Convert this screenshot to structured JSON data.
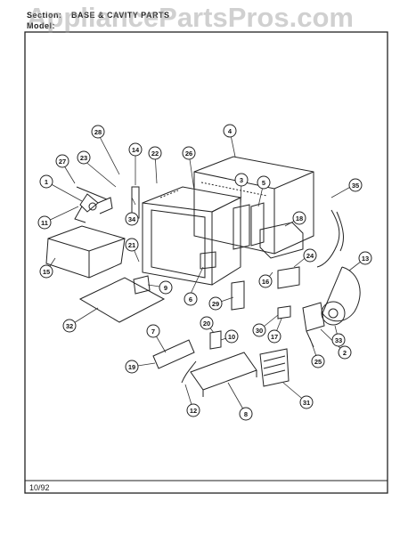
{
  "header": {
    "section_label": "Section:",
    "section_title": "BASE & CAVITY PARTS",
    "model_label": "Model:"
  },
  "watermark": "AppliancePartsPros.com",
  "footer": {
    "date": "10/92"
  },
  "callouts": [
    "1",
    "2",
    "3",
    "4",
    "5",
    "6",
    "7",
    "8",
    "9",
    "10",
    "11",
    "12",
    "13",
    "14",
    "15",
    "16",
    "17",
    "18",
    "19",
    "20",
    "21",
    "22",
    "23",
    "24",
    "25",
    "26",
    "27",
    "28",
    "29",
    "30",
    "31",
    "32",
    "33",
    "34",
    "35"
  ]
}
